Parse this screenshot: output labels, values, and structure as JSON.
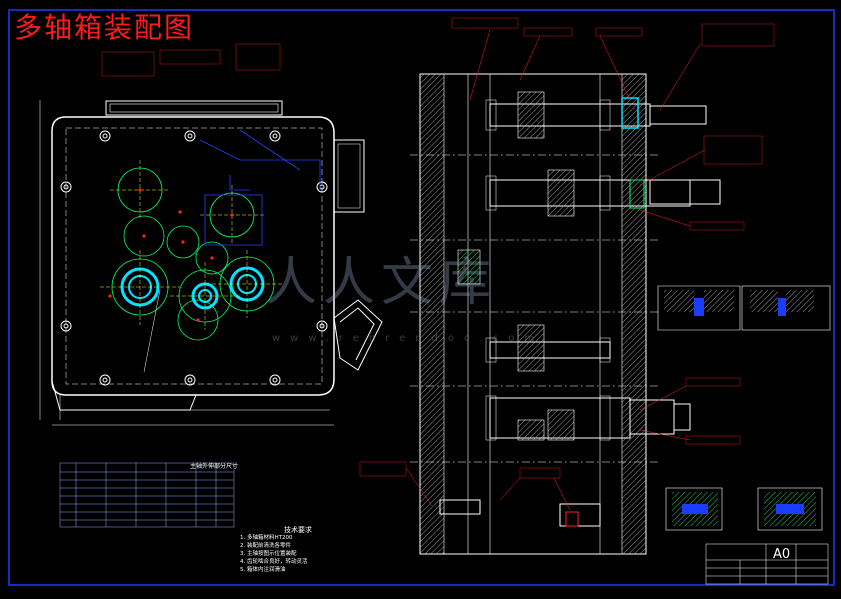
{
  "drawing": {
    "title": "多轴箱装配图",
    "sheet_size": "A0",
    "watermark": "人人文库",
    "watermark_sub": "www.renrendoc.com",
    "notes_title": "技术要求",
    "table_title": "主轴外伸部分尺寸"
  },
  "notes": [
    "1. 多轴箱材料HT200",
    "2. 装配前清洗各零件",
    "3. 主轴按图示位置装配",
    "4. 齿轮啮合良好，转动灵活",
    "5. 箱体内注润滑油"
  ],
  "colors": {
    "background": "#000000",
    "frame": "#1a3cff",
    "outline": "#ffffff",
    "dimension": "#ff2020",
    "gear_circle": "#00ff66",
    "center_line": "#ffff00",
    "bearing": "#00e5ff",
    "hatch": "#cccccc"
  }
}
